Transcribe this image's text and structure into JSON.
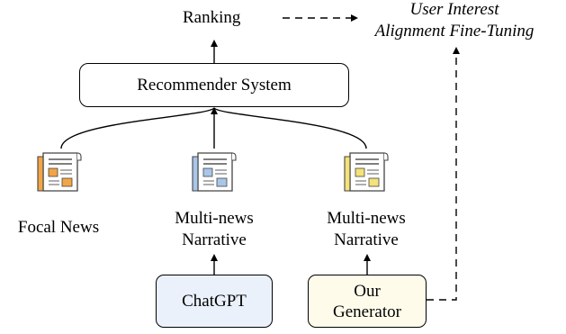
{
  "top": {
    "ranking": "Ranking",
    "fine_tuning_line1": "User Interest",
    "fine_tuning_line2": "Alignment Fine-Tuning"
  },
  "recommender": "Recommender System",
  "inputs": [
    {
      "label": "Focal News",
      "icon": "news-document-icon",
      "accent": "#F2A546"
    },
    {
      "label_line1": "Multi-news",
      "label_line2": "Narrative",
      "icon": "news-document-icon",
      "accent": "#A9C6E8"
    },
    {
      "label_line1": "Multi-news",
      "label_line2": "Narrative",
      "icon": "news-document-icon",
      "accent": "#F4E27A"
    }
  ],
  "generators": {
    "chatgpt": "ChatGPT",
    "ours_line1": "Our",
    "ours_line2": "Generator"
  },
  "colors": {
    "chatgpt_fill": "#EAF1FB",
    "ours_fill": "#FFFBEB",
    "stroke": "#000000"
  }
}
